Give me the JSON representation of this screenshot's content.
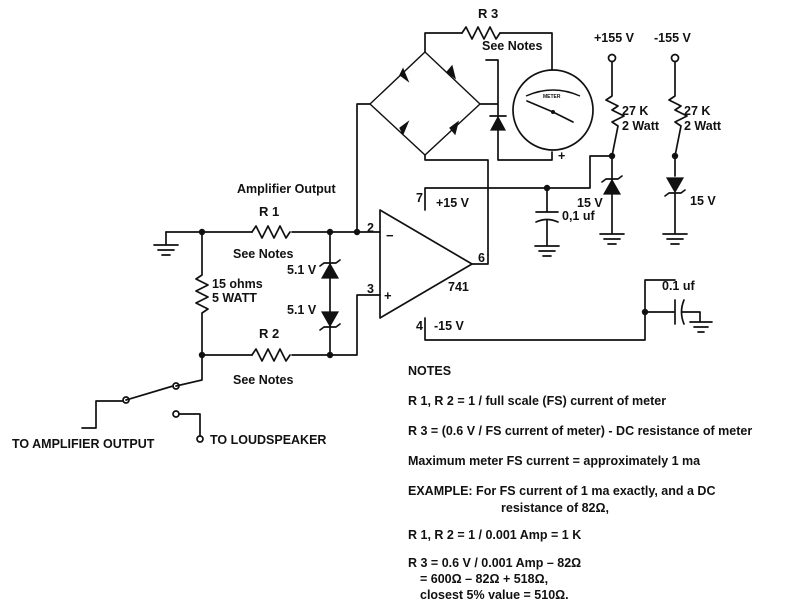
{
  "labels": {
    "r3": "R 3",
    "r3_note": "See Notes",
    "supply_pos": "+155 V",
    "supply_neg": "-155 V",
    "res_pos_value": "27 K",
    "res_pos_watt": "2 Watt",
    "res_neg_value": "27 K",
    "res_neg_watt": "2 Watt",
    "meter_face": "METER",
    "meter_plus": "+",
    "amp_output": "Amplifier Output",
    "r1": "R 1",
    "r1_note": "See Notes",
    "r2": "R 2",
    "r2_note": "See Notes",
    "zener_top": "5.1 V",
    "zener_bottom": "5.1 V",
    "load_value": "15 ohms",
    "load_watt": "5 WATT",
    "pin2": "2",
    "pin3": "3",
    "pin4": "4",
    "pin6": "6",
    "pin7": "7",
    "minus_input": "−",
    "plus_input": "+",
    "opamp": "741",
    "vcc_pos": "+15 V",
    "vcc_neg": "-15 V",
    "zener_pos": "15 V",
    "cap_pos": "0,1 uf",
    "zener_neg": "15 V",
    "cap_neg": "0.1 uf",
    "to_amp": "TO AMPLIFIER OUTPUT",
    "to_speaker": "TO LOUDSPEAKER"
  },
  "notes": {
    "heading": "NOTES",
    "line1": "R 1, R 2  = 1 / full scale (FS) current of meter",
    "line2": "R 3 =  (0.6 V / FS current of meter) - DC resistance of meter",
    "line3": "Maximum meter FS current = approximately 1 ma",
    "line4": "EXAMPLE:  For FS current of 1 ma exactly, and a DC",
    "line5": "resistance of 82Ω,",
    "line6": "R 1, R 2 = 1 / 0.001 Amp = 1 K",
    "line7": "R 3 = 0.6 V / 0.001 Amp – 82Ω",
    "line8": "= 600Ω  – 82Ω + 518Ω,",
    "line9": "closest 5% value = 510Ω."
  }
}
